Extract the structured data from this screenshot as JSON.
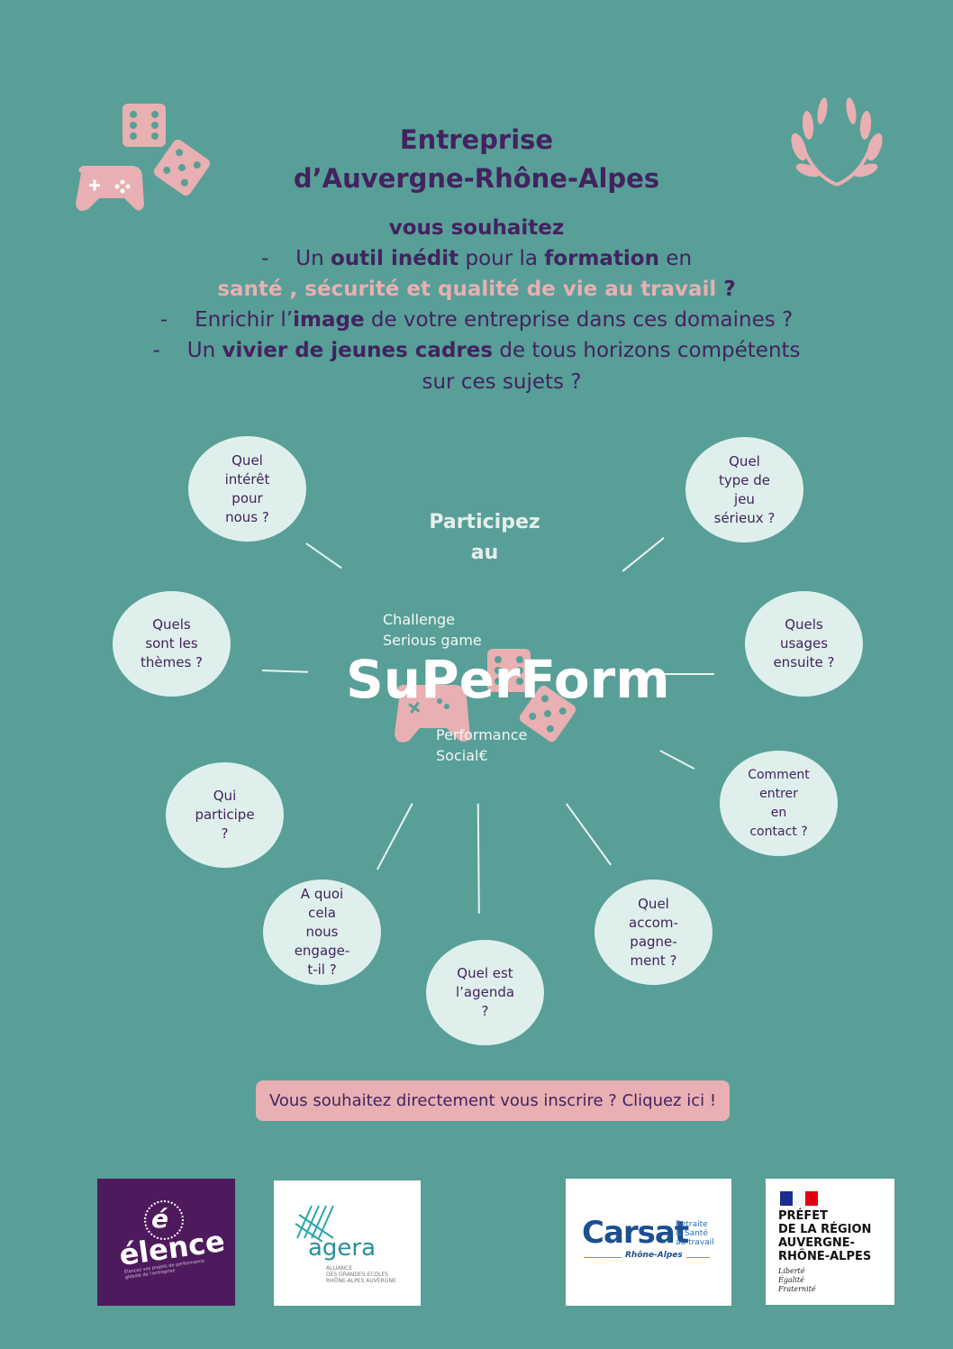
{
  "heading": {
    "line1": "Entreprise",
    "line2": "d’Auvergne-Rhône-Alpes"
  },
  "intro": {
    "lead": "vous souhaitez",
    "items": [
      {
        "dash": "-",
        "p1": "Un ",
        "b1": "outil inédit",
        "p2": " pour la ",
        "b2": "formation",
        "p3": " en"
      },
      {
        "pink": "santé , sécurité et qualité de vie au travail",
        "q": " ?"
      },
      {
        "dash": "-",
        "p1": "Enrichir l’",
        "b1": "image",
        "p2": " de votre entreprise dans ces domaines ?"
      },
      {
        "dash": "-",
        "p1": "Un ",
        "b1": "vivier de jeunes cadres",
        "p2": " de tous horizons compétents"
      },
      {
        "p1": "sur ces sujets ?"
      }
    ]
  },
  "center": {
    "participate1": "Participez",
    "participate2": "au",
    "challenge1": "Challenge",
    "challenge2": "Serious game",
    "brand": "SuPerForm",
    "perf1": "Performance",
    "perf2": "Social€"
  },
  "bubbles": [
    {
      "lines": [
        "Quel",
        "intérêt",
        "pour",
        "nous ?"
      ]
    },
    {
      "lines": [
        "Quel",
        "type de",
        "jeu",
        "sérieux ?"
      ]
    },
    {
      "lines": [
        "Quels",
        "sont les",
        "thèmes ?"
      ]
    },
    {
      "lines": [
        "Quels",
        "usages",
        "ensuite ?"
      ]
    },
    {
      "lines": [
        "Comment",
        "entrer",
        "en",
        "contact ?"
      ]
    },
    {
      "lines": [
        "Qui",
        "participe",
        "?"
      ]
    },
    {
      "lines": [
        "A quoi",
        "cela",
        "nous",
        "engage-",
        "t-il ?"
      ]
    },
    {
      "lines": [
        "Quel est",
        "l’agenda",
        "?"
      ]
    },
    {
      "lines": [
        "Quel",
        "accom-",
        "pagne-",
        "ment ?"
      ]
    }
  ],
  "cta": {
    "label": "Vous souhaitez directement vous inscrire ? Cliquez ici !"
  },
  "logos": {
    "elence": {
      "name": "élence",
      "tagline": "Élancez vos projets de performance globale de l'entreprise"
    },
    "agera": {
      "name": "agera",
      "sub1": "ALLIANCE",
      "sub2": "DES GRANDES ECOLES",
      "sub3": "RHÔNE-ALPES AUVERGNE"
    },
    "carsat": {
      "name": "Carsat",
      "t1": "Retraite",
      "t2": "& Santé",
      "t3": "au travail",
      "region": "Rhône-Alpes"
    },
    "prefet": {
      "l1": "PRÉFET",
      "l2": "DE LA RÉGION",
      "l3": "AUVERGNE-",
      "l4": "RHÔNE-ALPES",
      "m1": "Liberté",
      "m2": "Égalité",
      "m3": "Fraternité"
    }
  },
  "colors": {
    "background": "#589f97",
    "accent_pink": "#e8b0b2",
    "text_purple": "#43225f",
    "bubble": "#dff0ec"
  },
  "icons": [
    "dice-icon",
    "gamepad-icon",
    "laurel-icon"
  ]
}
